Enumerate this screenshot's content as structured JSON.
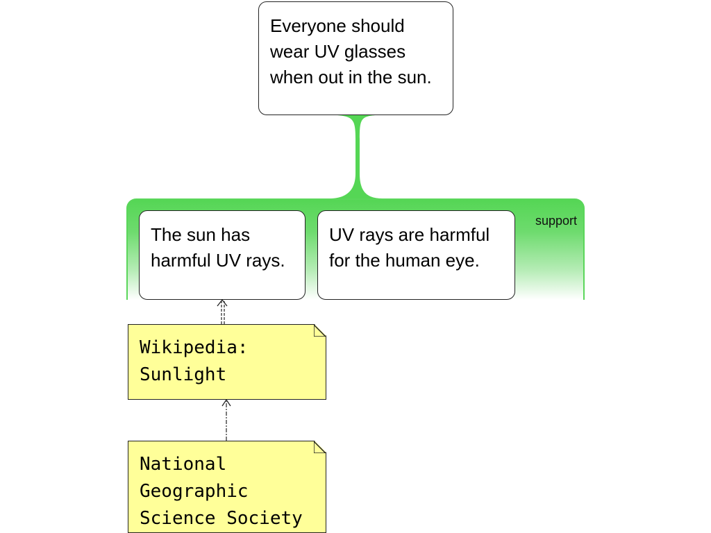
{
  "diagram": {
    "claim": {
      "text": "Everyone should wear UV glasses when out in the sun."
    },
    "support_group": {
      "label": "support",
      "color": "#55d655"
    },
    "premises": [
      {
        "text": "The sun has harmful UV rays."
      },
      {
        "text": "UV rays are harmful for the human eye."
      }
    ],
    "sources": [
      {
        "text": "Wikipedia: Sunlight"
      },
      {
        "text": "National Geographic Science Society"
      }
    ],
    "colors": {
      "note_fill": "#ffff99",
      "node_border": "#222222"
    }
  }
}
